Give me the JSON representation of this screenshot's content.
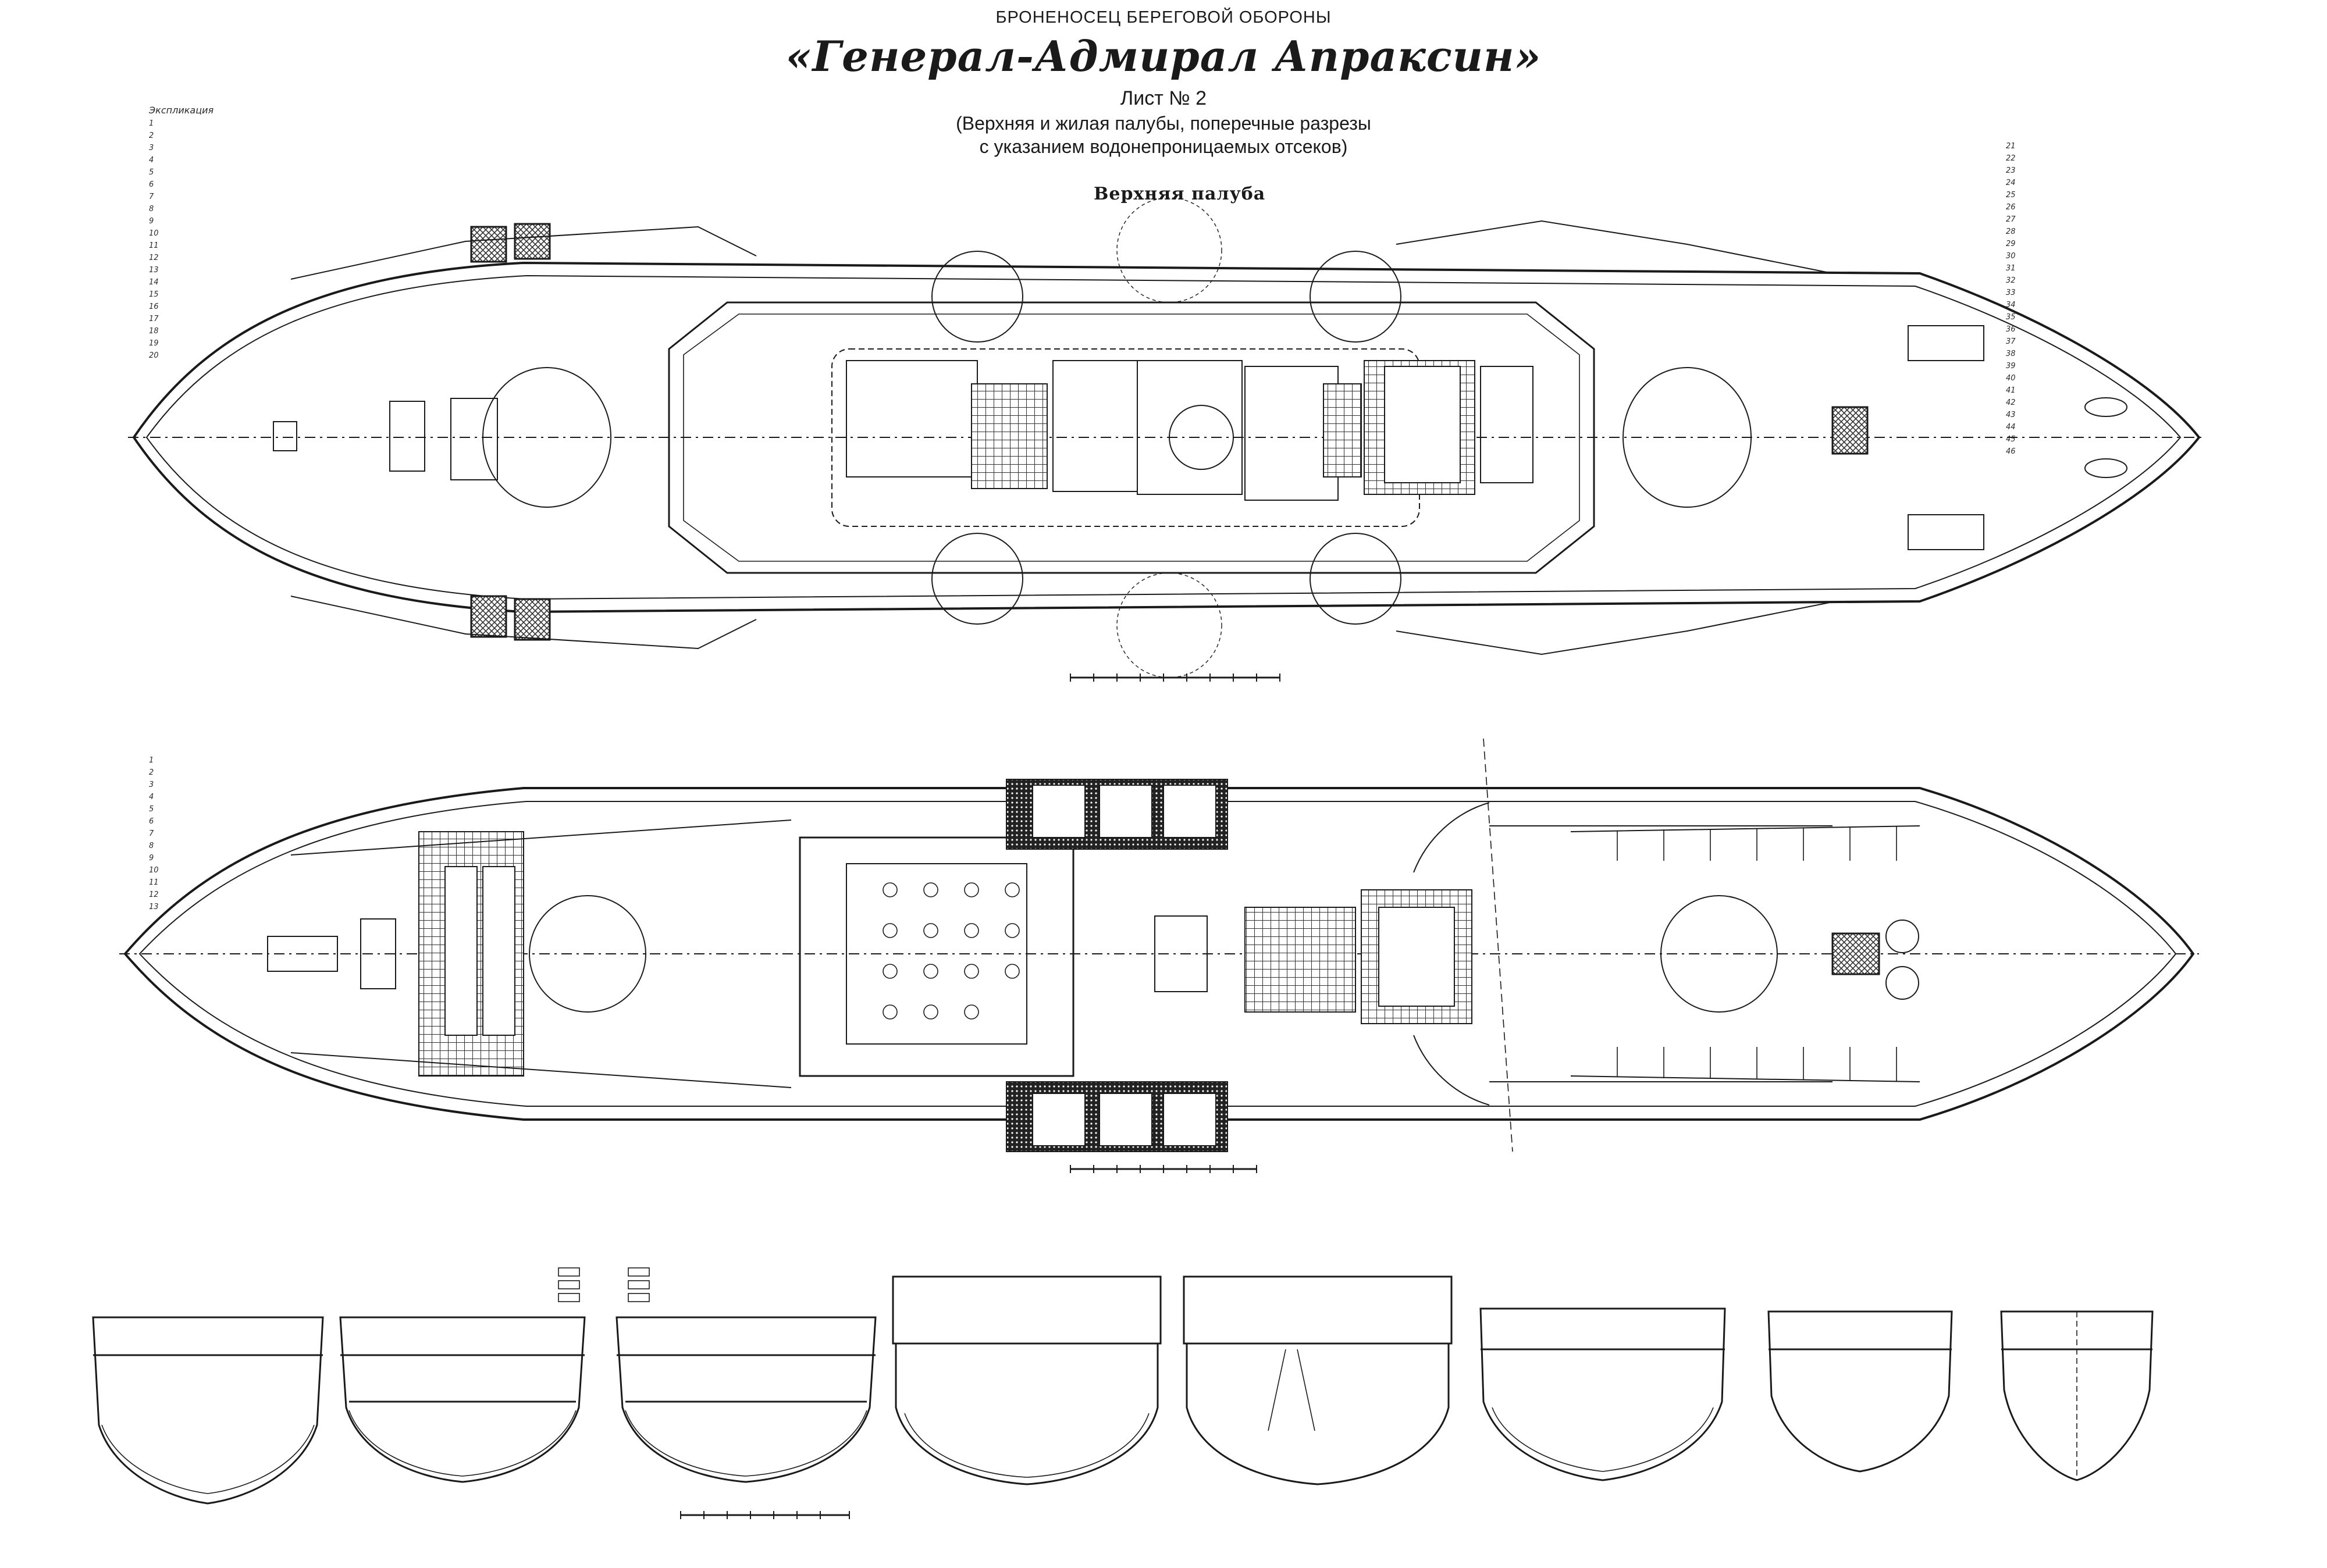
{
  "header": {
    "supertitle": "БРОНЕНОСЕЦ БЕРЕГОВОЙ ОБОРОНЫ",
    "title": "«Генерал-Адмирал Апраксин»",
    "sheet": "Лист № 2",
    "subtitle_line1": "(Верхняя и жилая палубы, поперечные разрезы",
    "subtitle_line2": "с указанием водонепроницаемых отсеков)"
  },
  "drawings": {
    "upper_deck_label": "Верхняя палуба"
  },
  "legends": {
    "upper_left": {
      "title": "Экспликация",
      "items": [
        "1",
        "2",
        "3",
        "4",
        "5",
        "6",
        "7",
        "8",
        "9",
        "10",
        "11",
        "12",
        "13",
        "14",
        "15",
        "16",
        "17",
        "18",
        "19",
        "20"
      ]
    },
    "lower_left": {
      "items": [
        "1",
        "2",
        "3",
        "4",
        "5",
        "6",
        "7",
        "8",
        "9",
        "10",
        "11",
        "12",
        "13"
      ]
    },
    "upper_right": {
      "items": [
        "21",
        "22",
        "23",
        "24",
        "25",
        "26",
        "27",
        "28",
        "29",
        "30",
        "31",
        "32",
        "33",
        "34",
        "35",
        "36",
        "37",
        "38",
        "39",
        "40",
        "41",
        "42",
        "43",
        "44",
        "45",
        "46"
      ]
    }
  },
  "colors": {
    "ink": "#1a1a1a",
    "paper": "#ffffff",
    "hatch": "#3a3a3a"
  }
}
